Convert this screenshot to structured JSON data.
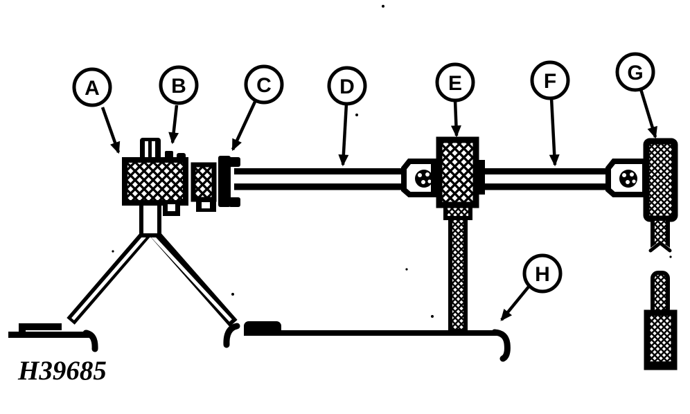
{
  "figure": {
    "code": "H39685",
    "description": "steering drive shaft assembly diagram",
    "callouts": {
      "a": "A",
      "b": "B",
      "c": "C",
      "d": "D",
      "e": "E",
      "f": "F",
      "g": "G",
      "h": "H"
    }
  },
  "colors": {
    "ink": "#000000",
    "paper": "#ffffff"
  }
}
